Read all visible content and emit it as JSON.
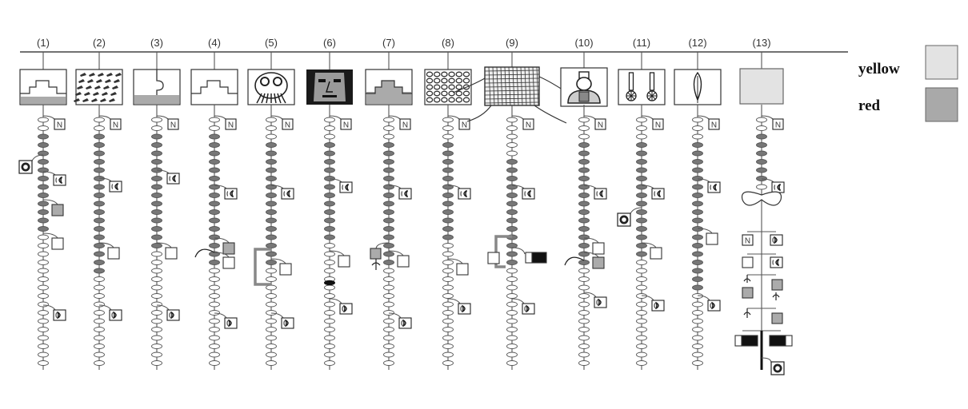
{
  "columns": [
    {
      "label": "(1)",
      "panel": "profile-plain-icon"
    },
    {
      "label": "(2)",
      "panel": "bird-pattern-icon"
    },
    {
      "label": "(3)",
      "panel": "hook-profile-icon"
    },
    {
      "label": "(4)",
      "panel": "stepped-profile-icon"
    },
    {
      "label": "(5)",
      "panel": "mask-face-icon"
    },
    {
      "label": "(6)",
      "panel": "dark-face-icon"
    },
    {
      "label": "(7)",
      "panel": "filled-profile-icon"
    },
    {
      "label": "(8)",
      "panel": "oval-grid-icon"
    },
    {
      "label": "(9)",
      "panel": "woven-net-icon"
    },
    {
      "label": "(10)",
      "panel": "seated-figure-icon"
    },
    {
      "label": "(11)",
      "panel": "two-staffs-icon"
    },
    {
      "label": "(12)",
      "panel": "single-leaf-icon"
    },
    {
      "label": "(13)",
      "panel": "yellow-square-icon"
    }
  ],
  "tag_letter": "N",
  "legend": [
    {
      "label": "yellow",
      "color": "#e3e3e3"
    },
    {
      "label": "red",
      "color": "#a9a9a9"
    }
  ],
  "colors": {
    "line": "#555555",
    "knot": "#777777",
    "dark": "#111111"
  }
}
